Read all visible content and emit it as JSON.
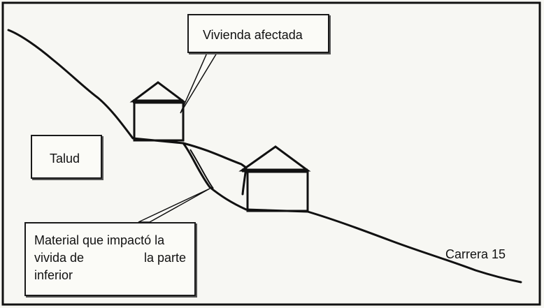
{
  "labels": {
    "vivienda": "Vivienda afectada",
    "talud": "Talud",
    "material_line1": "Material que impactó la",
    "material_line2_a": "vivida de",
    "material_line2_b": "la parte",
    "material_line3": "inferior",
    "carrera": "Carrera 15"
  },
  "colors": {
    "ink": "#111111",
    "paper": "#f7f7f3"
  }
}
